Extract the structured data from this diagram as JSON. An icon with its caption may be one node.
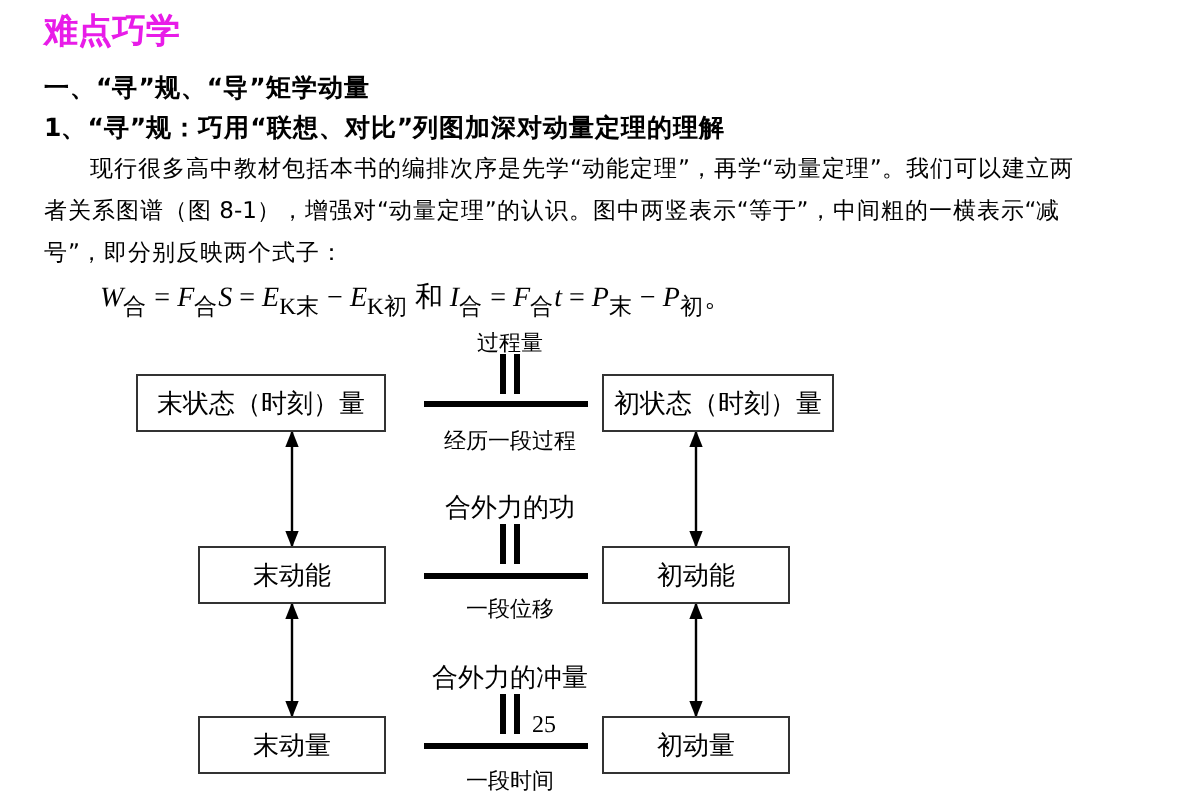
{
  "diagram": {
    "title": "难点巧学",
    "nodes": [
      {
        "text": [
          "末状态（时刻）量"
        ]
      },
      {
        "text": [
          "初状态（时刻）量"
        ]
      },
      {
        "text": [
          "末动能"
        ]
      },
      {
        "text": [
          "初动能"
        ]
      },
      {
        "text": [
          "末动量"
        ]
      },
      {
        "text": [
          "初动量"
        ]
      }
    ],
    "edges": [
      {
        "from": 0,
        "to": 2,
        "arrow": "both"
      },
      {
        "from": 1,
        "to": 3,
        "arrow": "both"
      },
      {
        "from": 2,
        "to": 4,
        "arrow": "both"
      },
      {
        "from": 3,
        "to": 5,
        "arrow": "both"
      }
    ],
    "labels": [
      "一、“寻”规、“导”矩学动量",
      "1、“寻”规：巧用“联想、对比”列图加深对动量定理的理解",
      "现行很多高中教材包括本书的编排次序是先学“动能定理”，再学“动量定理”。我们可以建立两者关系图谱（图 8-1），增强对“动量定理”的认识。图中两竖表示“等于”，中间粗的一横表示“减号”，即分别反映两个式子：",
      "*W*$_{合}$ = *F*$_{合}$*S* = *E*$_{K末}$ − *E*$_{K初}$ 和 *I*$_{合}$ = *F*$_{合}$*t* = *P*$_{末}$ − *P*$_{初}$。",
      "过程量",
      "经历一段过程",
      "合外力的功",
      "一段位移",
      "合外力的冲量",
      "一段时间",
      "25"
    ]
  }
}
